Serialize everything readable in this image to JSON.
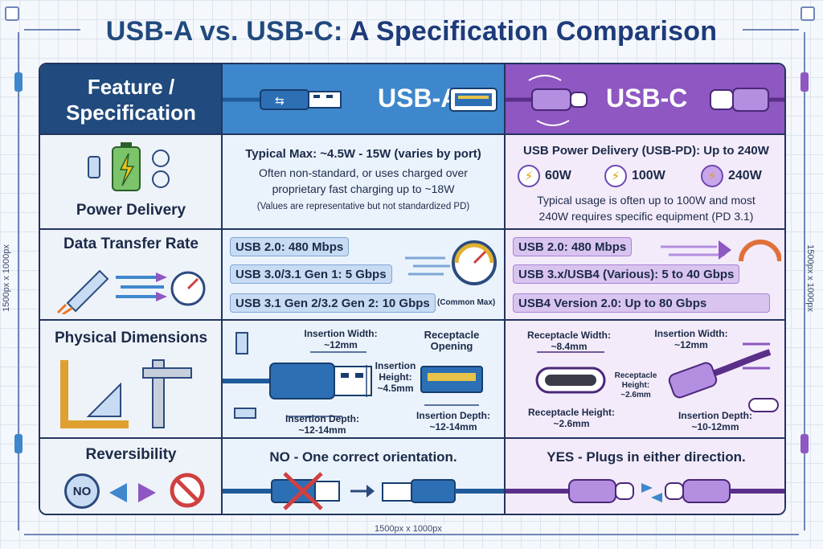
{
  "title": {
    "prefix": "USB-A vs. USB-C:",
    "rest": " A Specification Comparison"
  },
  "dims_label": "1500px x 1000px",
  "header": {
    "feature": "Feature / Specification",
    "usb_a": "USB-A",
    "usb_c": "USB-C"
  },
  "rows": {
    "power": {
      "label": "Power Delivery",
      "a_main": "Typical Max: ~4.5W - 15W (varies by port)",
      "a_sub1": "Often non-standard, or uses charged over",
      "a_sub2": "proprietary fast charging up to ~18W",
      "a_sub3": "(Values are representative but not standardized PD)",
      "c_main": "USB Power Delivery (USB-PD): Up to 240W",
      "c_badges": [
        "60W",
        "100W",
        "240W"
      ],
      "c_sub1": "Typical usage is often up to 100W and most",
      "c_sub2": "240W requires specific equipment (PD 3.1)"
    },
    "data": {
      "label": "Data Transfer Rate",
      "a_items": [
        "USB 2.0: 480 Mbps",
        "USB 3.0/3.1 Gen 1: 5 Gbps",
        "USB 3.1 Gen 2/3.2 Gen 2: 10 Gbps"
      ],
      "a_note": "(Common Max)",
      "c_items": [
        "USB 2.0: 480 Mbps",
        "USB 3.x/USB4 (Various): 5 to 40 Gbps",
        "USB4 Version 2.0: Up to 80 Gbps"
      ]
    },
    "dims": {
      "label": "Physical Dimensions",
      "a_ins_width": "Insertion Width:\n~12mm",
      "a_recept_opening": "Receptacle\nOpening",
      "a_ins_height": "Insertion\nHeight:\n~4.5mm",
      "a_ins_depth": "Insertion Depth:\n~12-14mm",
      "a_recept_depth": "Insertion Depth:\n~12-14mm",
      "c_recept_width": "Receptacle Width:\n~8.4mm",
      "c_ins_width": "Insertion Width:\n~12mm",
      "c_recept_height_small": "Receptacle\nHeight:\n~2.6mm",
      "c_recept_height": "Receptacle Height:\n~2.6mm",
      "c_ins_depth": "Insertion Depth:\n~10-12mm"
    },
    "rev": {
      "label": "Reversibility",
      "no_badge": "NO",
      "a_text": "NO - One correct orientation.",
      "c_text": "YES - Plugs in either direction."
    }
  },
  "colors": {
    "usb_a": "#3f87cc",
    "usb_c": "#8e57c1",
    "feature": "#214a7e",
    "border": "#23345e"
  }
}
